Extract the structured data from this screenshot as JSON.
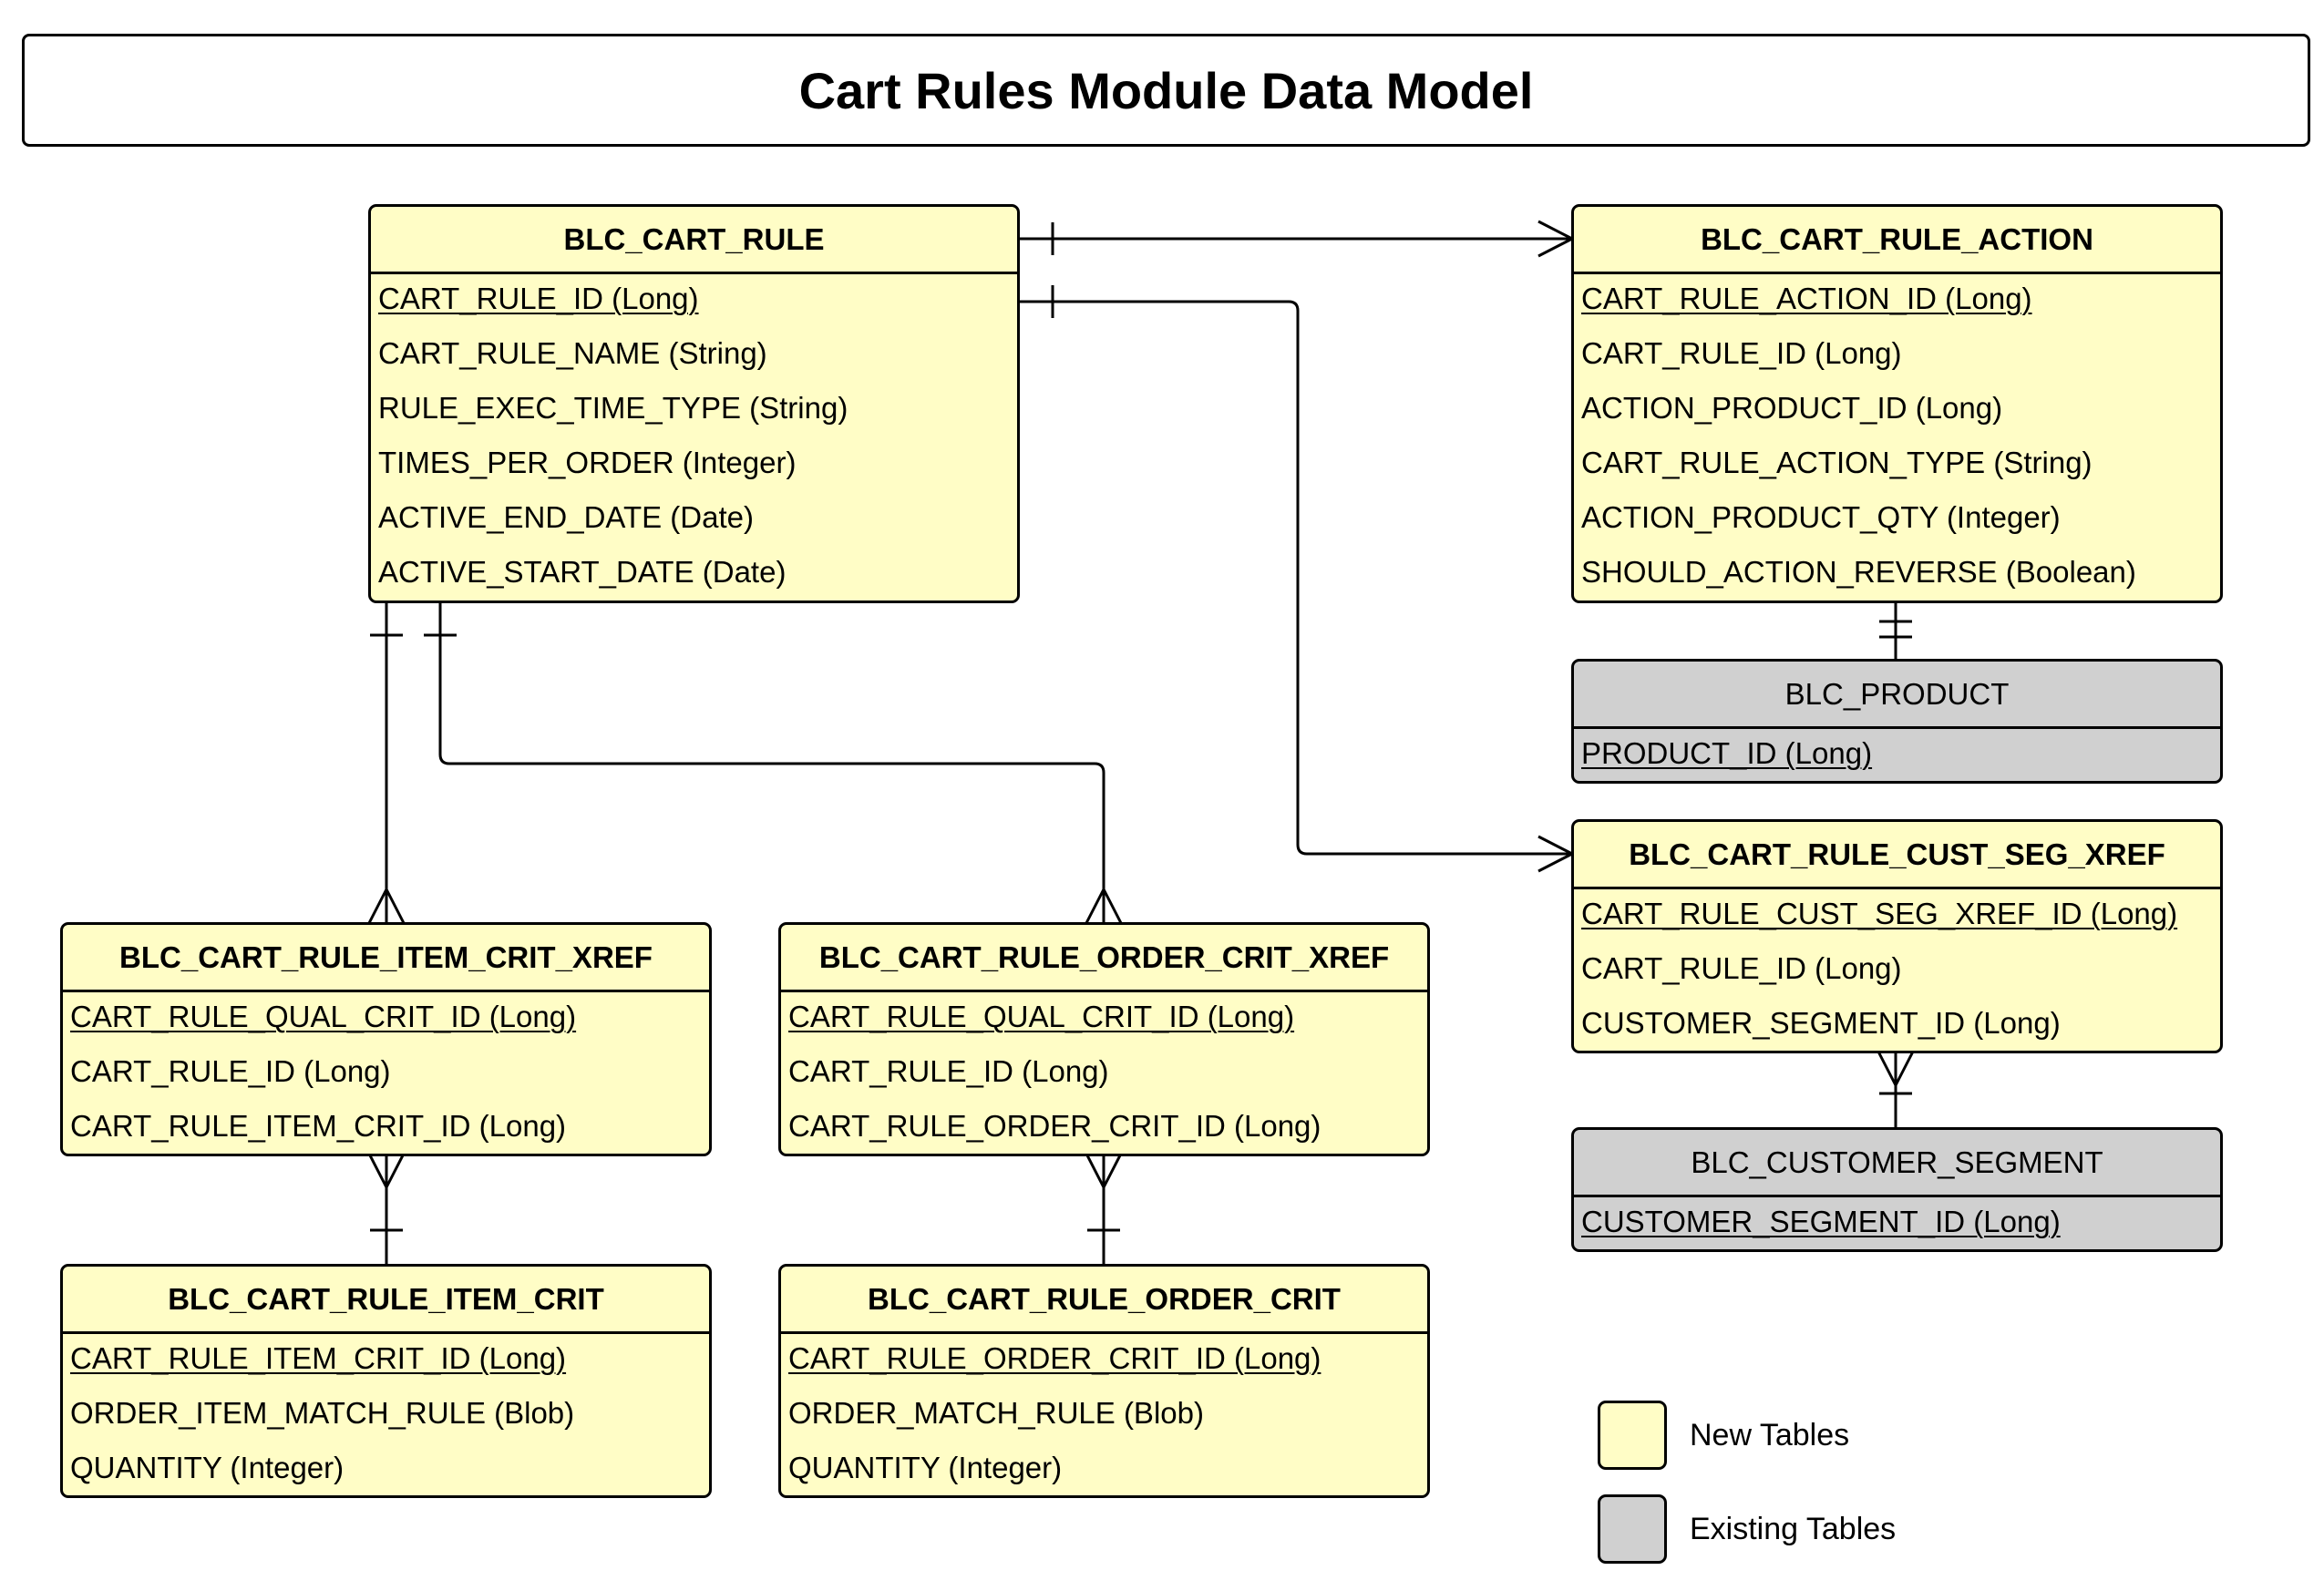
{
  "title": "Cart Rules Module Data Model",
  "colors": {
    "new_table": "#fffdc6",
    "existing_table": "#d0d0d0",
    "line": "#000000"
  },
  "entities": {
    "cart_rule": {
      "name": "BLC_CART_RULE",
      "fields": [
        "CART_RULE_ID (Long)",
        "CART_RULE_NAME (String)",
        "RULE_EXEC_TIME_TYPE (String)",
        "TIMES_PER_ORDER (Integer)",
        "ACTIVE_END_DATE (Date)",
        "ACTIVE_START_DATE (Date)"
      ]
    },
    "cart_rule_action": {
      "name": "BLC_CART_RULE_ACTION",
      "fields": [
        "CART_RULE_ACTION_ID (Long)",
        "CART_RULE_ID (Long)",
        "ACTION_PRODUCT_ID (Long)",
        "CART_RULE_ACTION_TYPE (String)",
        "ACTION_PRODUCT_QTY (Integer)",
        "SHOULD_ACTION_REVERSE (Boolean)"
      ]
    },
    "product": {
      "name": "BLC_PRODUCT",
      "fields": [
        "PRODUCT_ID (Long)"
      ]
    },
    "cust_seg_xref": {
      "name": "BLC_CART_RULE_CUST_SEG_XREF",
      "fields": [
        "CART_RULE_CUST_SEG_XREF_ID (Long)",
        "CART_RULE_ID (Long)",
        "CUSTOMER_SEGMENT_ID (Long)"
      ]
    },
    "customer_segment": {
      "name": "BLC_CUSTOMER_SEGMENT",
      "fields": [
        "CUSTOMER_SEGMENT_ID (Long)"
      ]
    },
    "item_crit_xref": {
      "name": "BLC_CART_RULE_ITEM_CRIT_XREF",
      "fields": [
        "CART_RULE_QUAL_CRIT_ID (Long)",
        "CART_RULE_ID (Long)",
        "CART_RULE_ITEM_CRIT_ID (Long)"
      ]
    },
    "order_crit_xref": {
      "name": "BLC_CART_RULE_ORDER_CRIT_XREF",
      "fields": [
        "CART_RULE_QUAL_CRIT_ID (Long)",
        "CART_RULE_ID (Long)",
        "CART_RULE_ORDER_CRIT_ID (Long)"
      ]
    },
    "item_crit": {
      "name": "BLC_CART_RULE_ITEM_CRIT",
      "fields": [
        "CART_RULE_ITEM_CRIT_ID (Long)",
        "ORDER_ITEM_MATCH_RULE (Blob)",
        "QUANTITY (Integer)"
      ]
    },
    "order_crit": {
      "name": "BLC_CART_RULE_ORDER_CRIT",
      "fields": [
        "CART_RULE_ORDER_CRIT_ID (Long)",
        "ORDER_MATCH_RULE (Blob)",
        "QUANTITY (Integer)"
      ]
    }
  },
  "relationships": [
    {
      "from": "BLC_CART_RULE",
      "to": "BLC_CART_RULE_ACTION",
      "from_end": "one",
      "to_end": "many"
    },
    {
      "from": "BLC_CART_RULE",
      "to": "BLC_CART_RULE_CUST_SEG_XREF",
      "from_end": "one",
      "to_end": "many"
    },
    {
      "from": "BLC_CART_RULE",
      "to": "BLC_CART_RULE_ITEM_CRIT_XREF",
      "from_end": "one",
      "to_end": "many"
    },
    {
      "from": "BLC_CART_RULE",
      "to": "BLC_CART_RULE_ORDER_CRIT_XREF",
      "from_end": "one",
      "to_end": "many"
    },
    {
      "from": "BLC_CART_RULE_ACTION",
      "to": "BLC_PRODUCT",
      "from_end": "one-and-only-one",
      "to_end": "none"
    },
    {
      "from": "BLC_CART_RULE_CUST_SEG_XREF",
      "to": "BLC_CUSTOMER_SEGMENT",
      "from_end": "many",
      "to_end": "one"
    },
    {
      "from": "BLC_CART_RULE_ITEM_CRIT_XREF",
      "to": "BLC_CART_RULE_ITEM_CRIT",
      "from_end": "many",
      "to_end": "one"
    },
    {
      "from": "BLC_CART_RULE_ORDER_CRIT_XREF",
      "to": "BLC_CART_RULE_ORDER_CRIT",
      "from_end": "many",
      "to_end": "one"
    }
  ],
  "legend": [
    {
      "label": "New Tables",
      "kind": "new"
    },
    {
      "label": "Existing Tables",
      "kind": "existing"
    }
  ]
}
